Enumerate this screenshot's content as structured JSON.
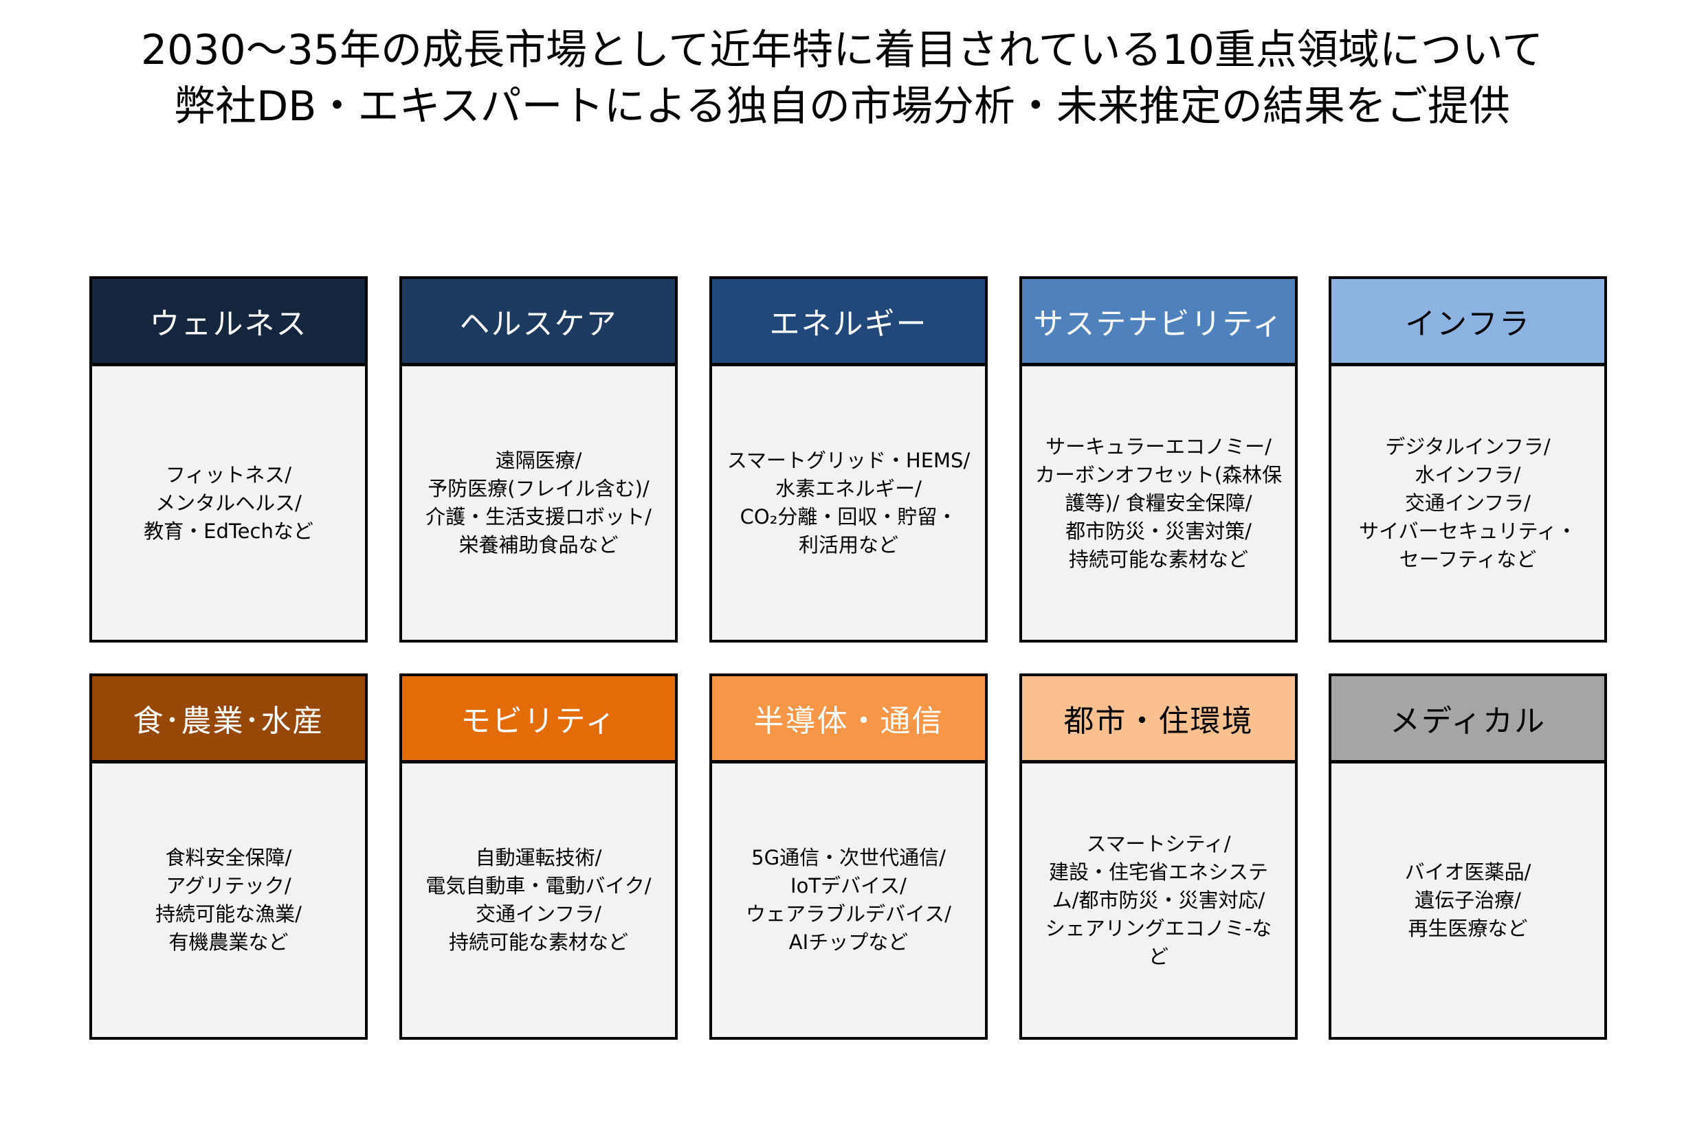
{
  "title": {
    "line1": "2030〜35年の成長市場として近年特に着目されている10重点領域について",
    "line2": "弊社DB・エキスパートによる独自の市場分析・未来推定の結果をご提供"
  },
  "cards": [
    {
      "name": "wellness",
      "header": "ウェルネス",
      "color": "#14273f",
      "text_color": "#ffffff",
      "lines": [
        "フィットネス/",
        "メンタルヘルス/",
        "教育・EdTechなど"
      ]
    },
    {
      "name": "healthcare",
      "header": "ヘルスケア",
      "color": "#1d3a60",
      "text_color": "#ffffff",
      "lines": [
        "遠隔医療/",
        "予防医療(フレイル含む)/",
        "介護・生活支援ロボット/",
        "栄養補助食品など"
      ]
    },
    {
      "name": "energy",
      "header": "エネルギー",
      "color": "#22487a",
      "text_color": "#ffffff",
      "lines": [
        "スマートグリッド・HEMS/",
        "水素エネルギー/",
        "CO₂分離・回収・貯留・",
        "利活用など"
      ]
    },
    {
      "name": "sustainability",
      "header": "サステナビリティ",
      "color": "#4f81bd",
      "text_color": "#ffffff",
      "lines": [
        "サーキュラーエコノミー/",
        "カーボンオフセット(森林保",
        "護等)/ 食糧安全保障/",
        "都市防災・災害対策/",
        "持続可能な素材など"
      ]
    },
    {
      "name": "infrastructure",
      "header": "インフラ",
      "color": "#8db3e2",
      "text_color": "#000000",
      "lines": [
        "デジタルインフラ/",
        "水インフラ/",
        "交通インフラ/",
        "サイバーセキュリティ・",
        "セーフティなど"
      ]
    },
    {
      "name": "food-agriculture-fisheries",
      "header": "食･農業･水産",
      "color": "#974806",
      "text_color": "#ffffff",
      "lines": [
        "食料安全保障/",
        "アグリテック/",
        "持続可能な漁業/",
        "有機農業など"
      ]
    },
    {
      "name": "mobility",
      "header": "モビリティ",
      "color": "#e36c09",
      "text_color": "#ffffff",
      "lines": [
        "自動運転技術/",
        "電気自動車・電動バイク/",
        "交通インフラ/",
        "持続可能な素材など"
      ]
    },
    {
      "name": "semiconductor-communication",
      "header": "半導体・通信",
      "color": "#f79646",
      "text_color": "#ffffff",
      "lines": [
        "5G通信・次世代通信/",
        "IoTデバイス/",
        "ウェアラブルデバイス/",
        "AIチップなど"
      ]
    },
    {
      "name": "urban-living",
      "header": "都市・住環境",
      "color": "#fac08f",
      "text_color": "#000000",
      "lines": [
        "スマートシティ/",
        "建設・住宅省エネシステ",
        "ム/都市防災・災害対応/",
        "シェアリングエコノミ-な",
        "ど"
      ]
    },
    {
      "name": "medical",
      "header": "メディカル",
      "color": "#a5a5a5",
      "text_color": "#000000",
      "lines": [
        "バイオ医薬品/",
        "遺伝子治療/",
        "再生医療など"
      ]
    }
  ]
}
